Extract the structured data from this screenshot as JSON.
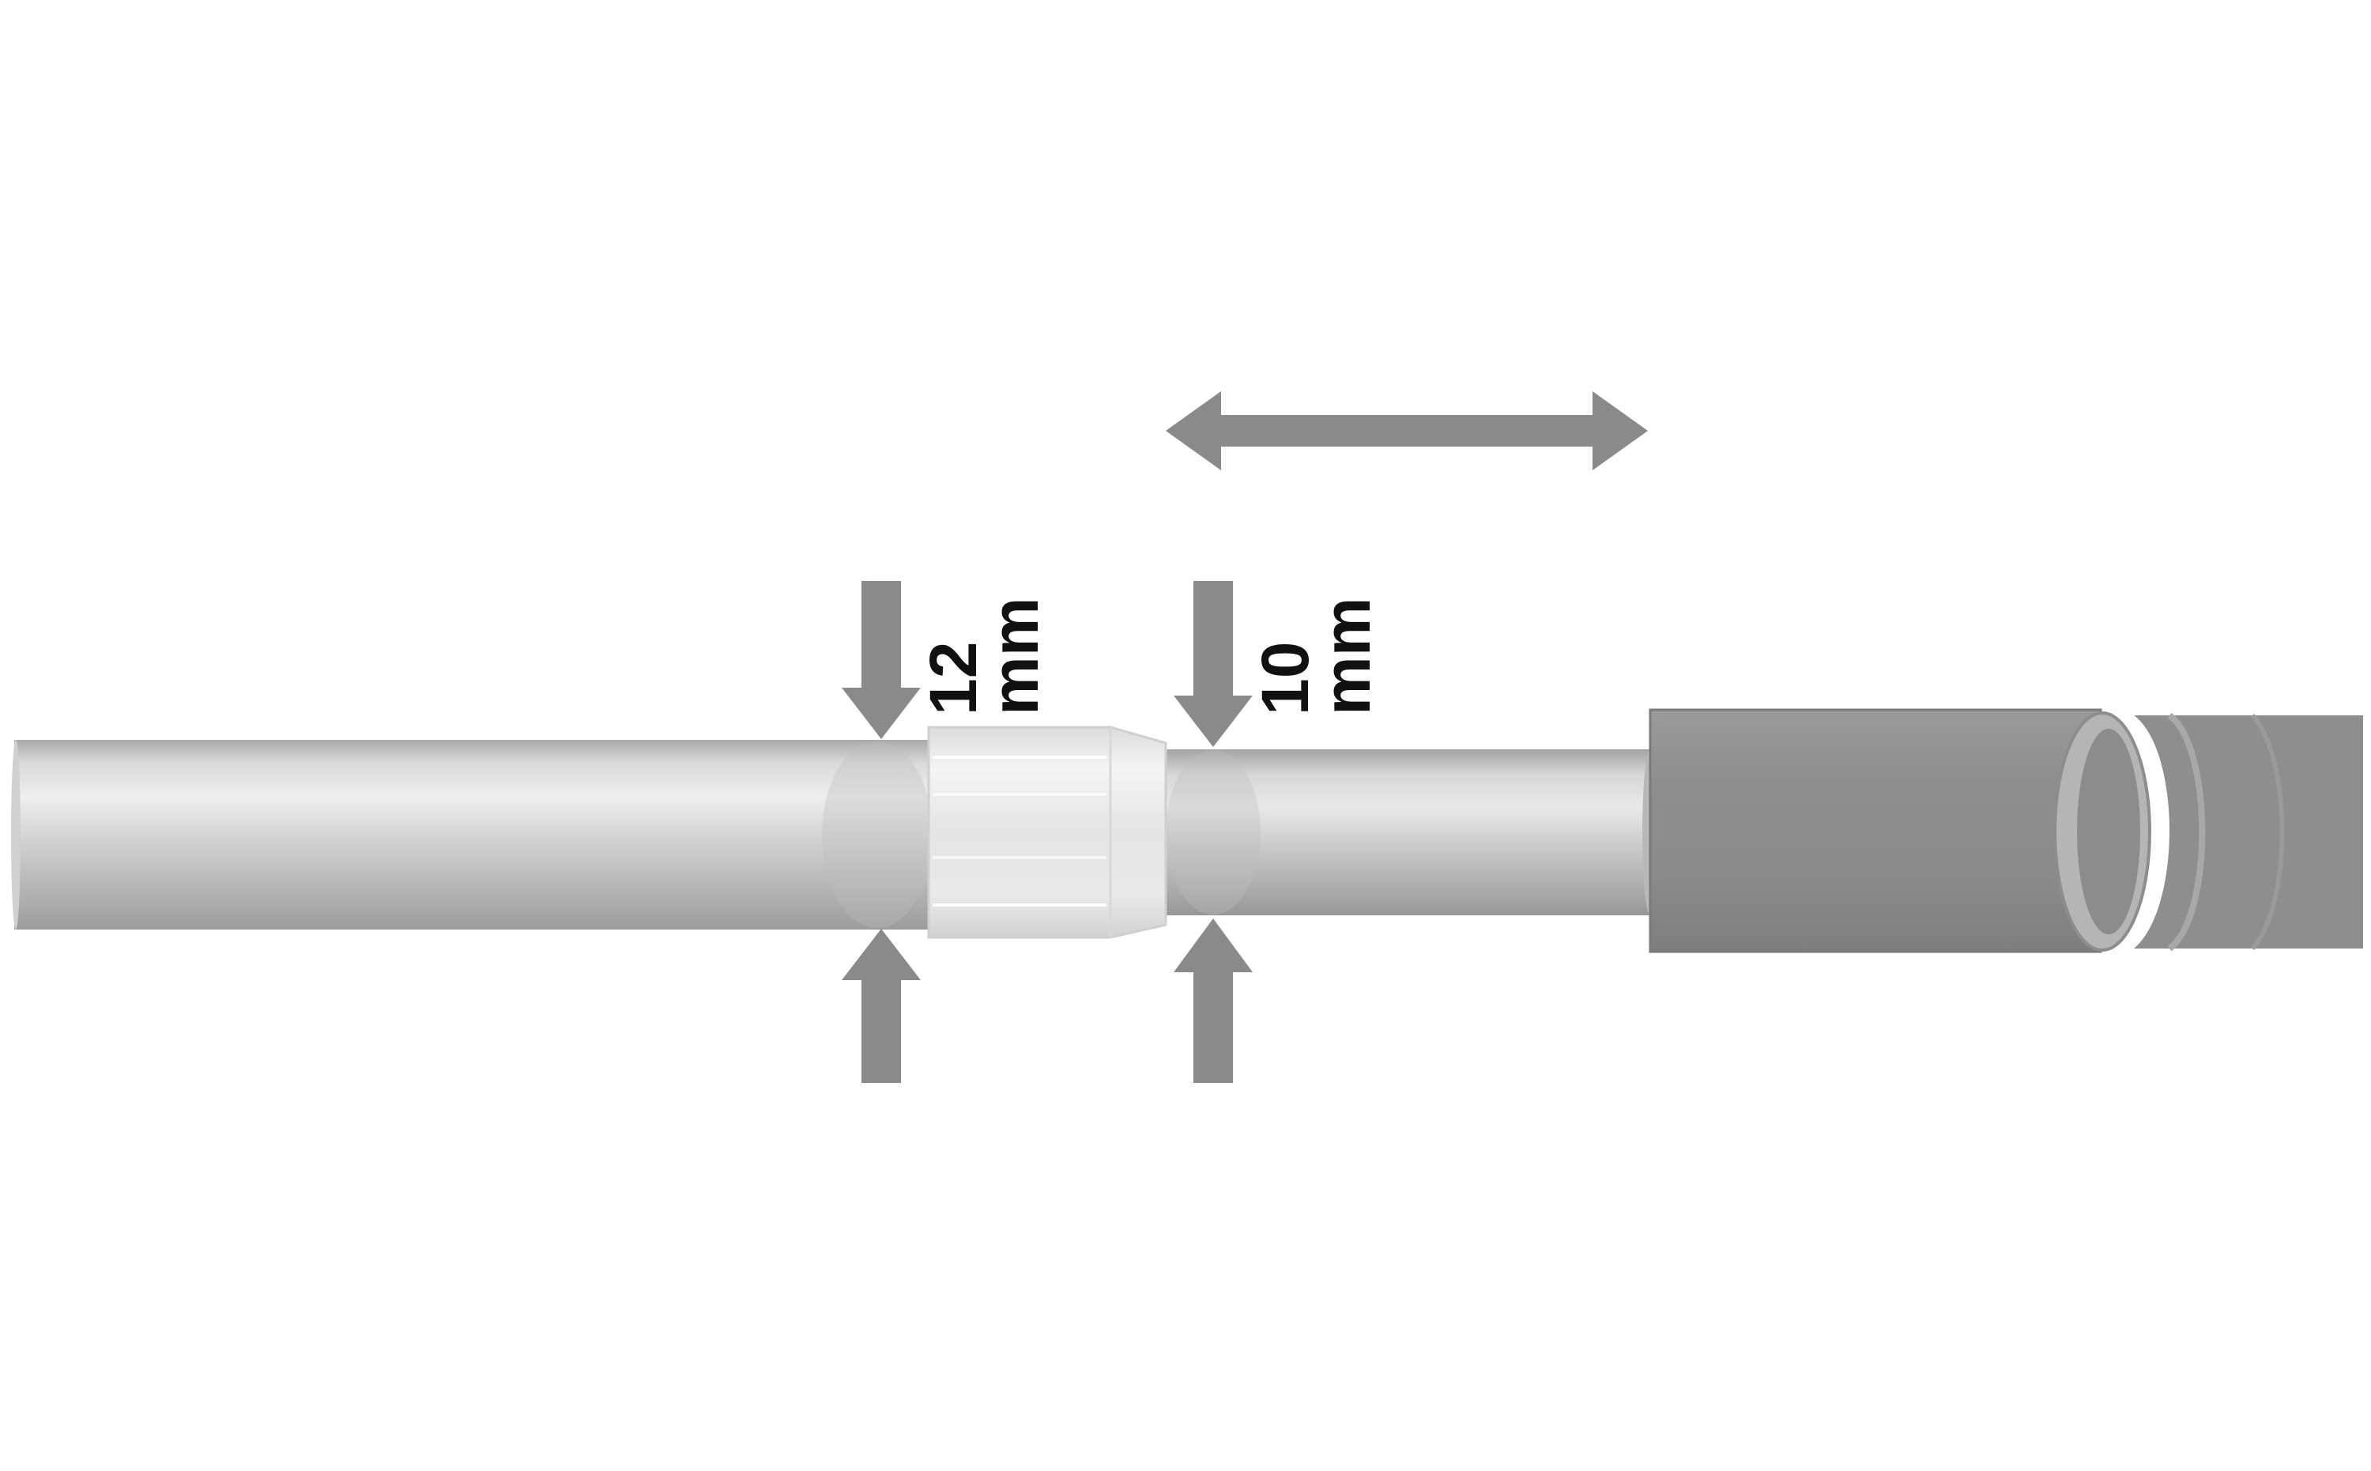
{
  "diagram": {
    "left_dimension": {
      "value": "12",
      "unit": "mm"
    },
    "right_dimension": {
      "value": "10",
      "unit": "mm"
    }
  },
  "colors": {
    "background": "#ffffff",
    "arrow": "#8a8a8a",
    "tube_light": "#e6e6e6",
    "tube_mid": "#c2c2c2",
    "tube_dark": "#9a9a9a",
    "connector": "#eeeeee",
    "end_cap": "#8f8f8f",
    "label": "#111111"
  }
}
